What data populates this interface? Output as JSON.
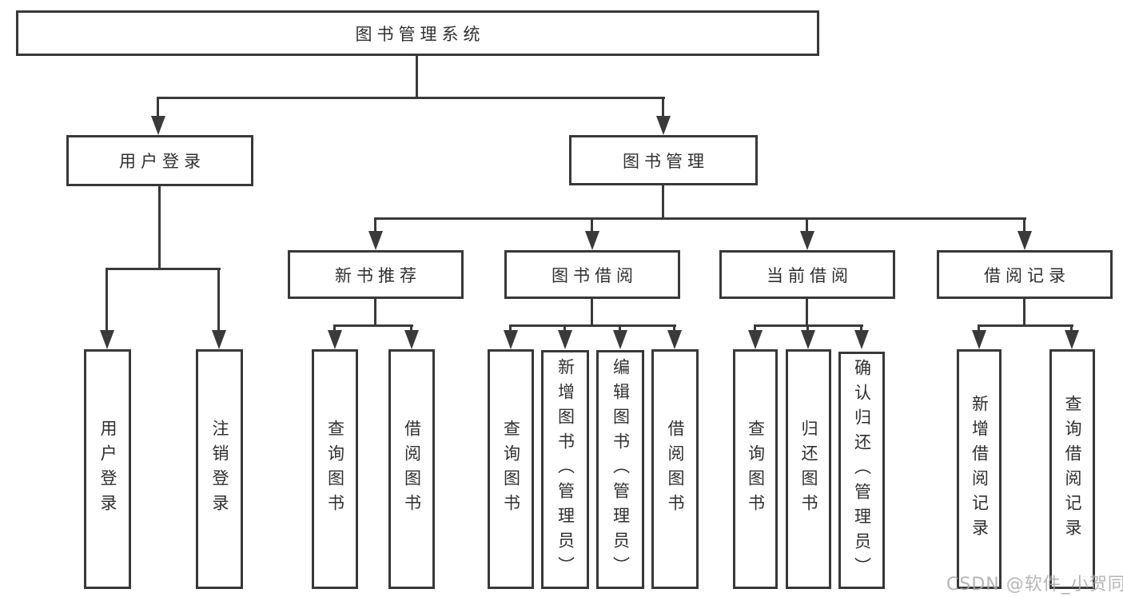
{
  "colors": {
    "line": "#3a3a3a",
    "box_border": "#383838",
    "text": "#2f2f2f",
    "watermark": "#a8a8a8",
    "background": "#ffffff"
  },
  "tree": {
    "root": {
      "label": "图书管理系统"
    },
    "branches": [
      {
        "label": "用户登录",
        "children": [
          {
            "label": "用户登录"
          },
          {
            "label": "注销登录"
          }
        ]
      },
      {
        "label": "图书管理",
        "children": [
          {
            "label": "新书推荐",
            "children": [
              {
                "label": "查询图书"
              },
              {
                "label": "借阅图书"
              }
            ]
          },
          {
            "label": "图书借阅",
            "children": [
              {
                "label": "查询图书"
              },
              {
                "label": "新增图书（管理员）"
              },
              {
                "label": "编辑图书（管理员）"
              },
              {
                "label": "借阅图书"
              }
            ]
          },
          {
            "label": "当前借阅",
            "children": [
              {
                "label": "查询图书"
              },
              {
                "label": "归还图书"
              },
              {
                "label": "确认归还（管理员）"
              }
            ]
          },
          {
            "label": "借阅记录",
            "children": [
              {
                "label": "新增借阅记录"
              },
              {
                "label": "查询借阅记录"
              }
            ]
          }
        ]
      }
    ]
  },
  "watermark": {
    "text": "CSDN @软件_小贺同学"
  }
}
